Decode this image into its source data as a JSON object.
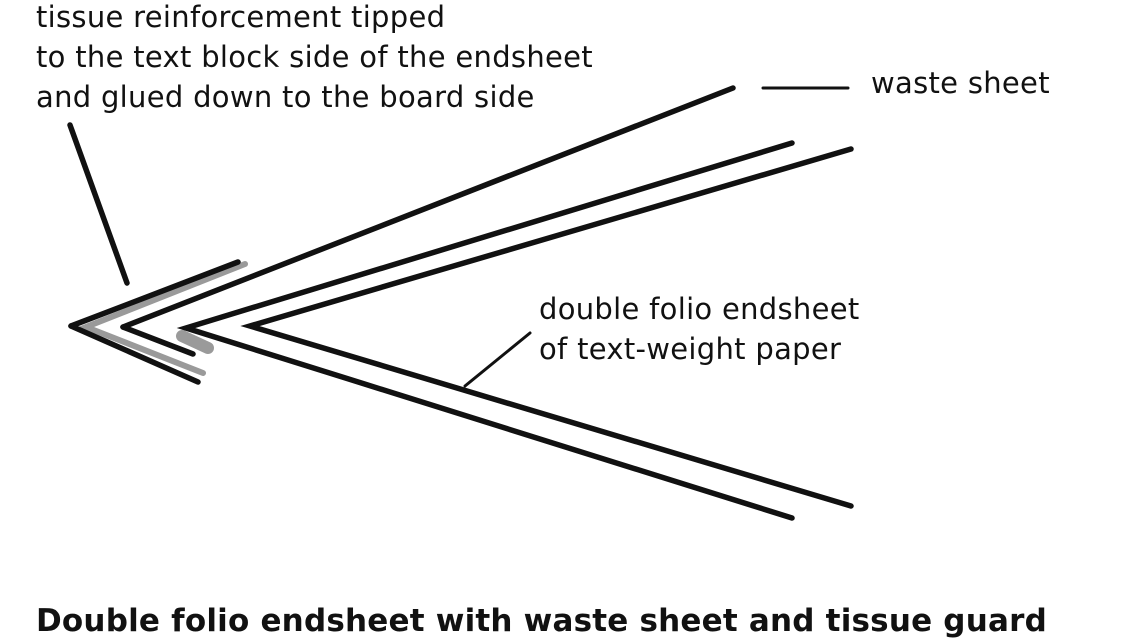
{
  "labels": {
    "tissue_line1": "tissue reinforcement tipped",
    "tissue_line2": "to the text block side of the endsheet",
    "tissue_line3": "and glued down to the board side",
    "waste": "waste sheet",
    "folio_line1": "double folio endsheet",
    "folio_line2": "of text-weight paper"
  },
  "caption": "Double folio endsheet with waste sheet and tissue guard",
  "colors": {
    "ink": "#111111",
    "tissue": "#9a9a9a",
    "background": "#ffffff"
  }
}
